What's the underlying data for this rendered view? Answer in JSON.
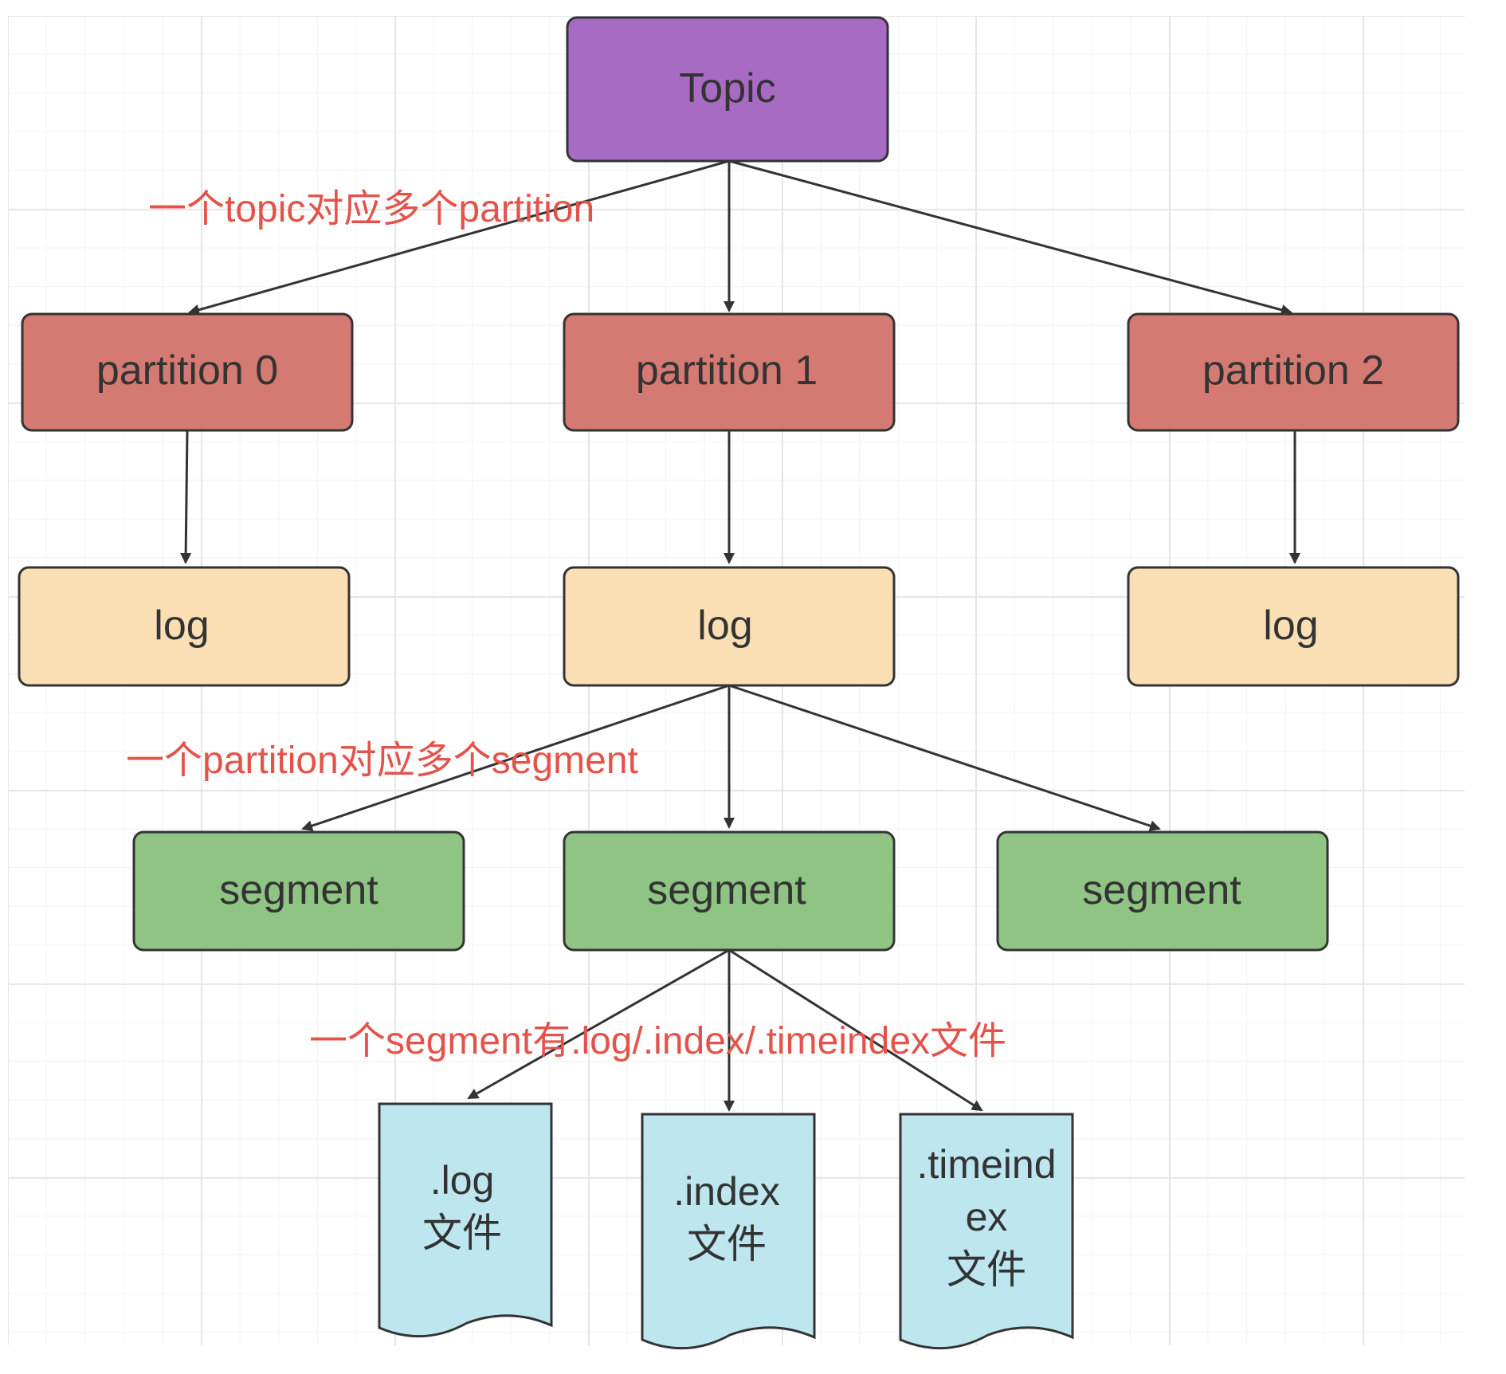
{
  "diagram": {
    "topic": {
      "label": "Topic",
      "color": "#a86bc4"
    },
    "partitions": [
      {
        "label": "partition 0"
      },
      {
        "label": "partition 1"
      },
      {
        "label": "partition 2"
      }
    ],
    "partition_color": "#d47a72",
    "logs": [
      {
        "label": "log"
      },
      {
        "label": "log"
      },
      {
        "label": "log"
      }
    ],
    "log_color": "#fadfb4",
    "segments": [
      {
        "label": "segment"
      },
      {
        "label": "segment"
      },
      {
        "label": "segment"
      }
    ],
    "segment_color": "#8fc485",
    "files": [
      {
        "lines": [
          ".log",
          "文件"
        ]
      },
      {
        "lines": [
          ".index",
          "文件"
        ]
      },
      {
        "lines": [
          ".timeind",
          "ex",
          "文件"
        ]
      }
    ],
    "file_color": "#bde6ee",
    "annotations": {
      "topic_partition": "一个topic对应多个partition",
      "partition_segment": "一个partition对应多个segment",
      "segment_files": "一个segment有.log/.index/.timeindex文件"
    },
    "annotation_color": "#e4534a",
    "edge_color": "#333333"
  }
}
